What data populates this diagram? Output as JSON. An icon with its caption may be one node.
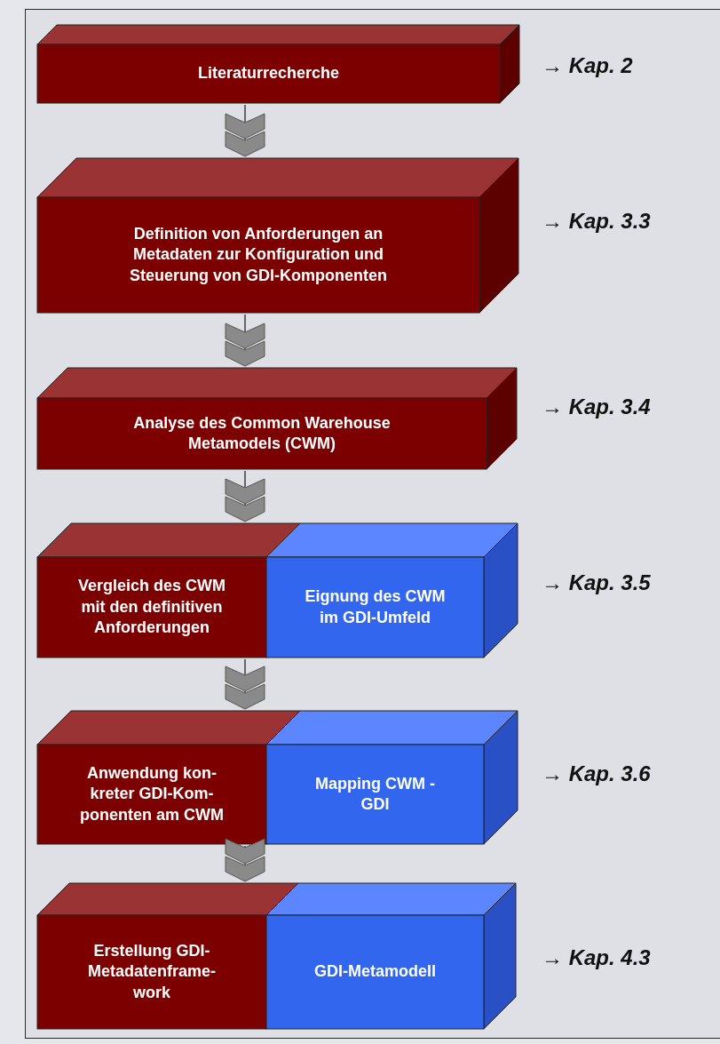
{
  "diagram": {
    "nodes": [
      {
        "text": [
          "Literaturrecherche"
        ],
        "beside": [
          "→ Kap. 2"
        ]
      },
      {
        "text": [
          "Definition von Anforderungen an Metadaten zur Konfiguration und Steuerung von GDI-Komponenten"
        ],
        "beside": [
          "→ Kap. 3.3"
        ]
      },
      {
        "text": [
          "Analyse des Common Warehouse Metamodels (CWM)"
        ],
        "beside": [
          "→ Kap. 3.4"
        ]
      },
      {
        "text": [
          "Vergleich des CWM mit den definitiven Anforderungen"
        ]
      },
      {
        "text": [
          "Eignung des CWM im GDI-Umfeld"
        ],
        "beside": [
          "→ Kap. 3.5"
        ]
      },
      {
        "text": [
          "Anwendung kon- kreter GDI-Kom- ponenten am CWM"
        ]
      },
      {
        "text": [
          "Mapping CWM - GDI"
        ],
        "beside": [
          "→ Kap. 3.6"
        ]
      },
      {
        "text": [
          "Erstellung GDI- Metadatenframe- work"
        ]
      },
      {
        "text": [
          "GDI-Metamodell"
        ],
        "beside": [
          "→ Kap. 4.3"
        ]
      }
    ],
    "edges": [
      {
        "from": 0,
        "to": 1,
        "arrow": "to"
      },
      {
        "from": 1,
        "to": 2,
        "arrow": "to"
      },
      {
        "from": 2,
        "to": 3,
        "arrow": "to"
      },
      {
        "from": 3,
        "to": 5,
        "arrow": "to"
      },
      {
        "from": 5,
        "to": 7,
        "arrow": "to"
      }
    ]
  }
}
